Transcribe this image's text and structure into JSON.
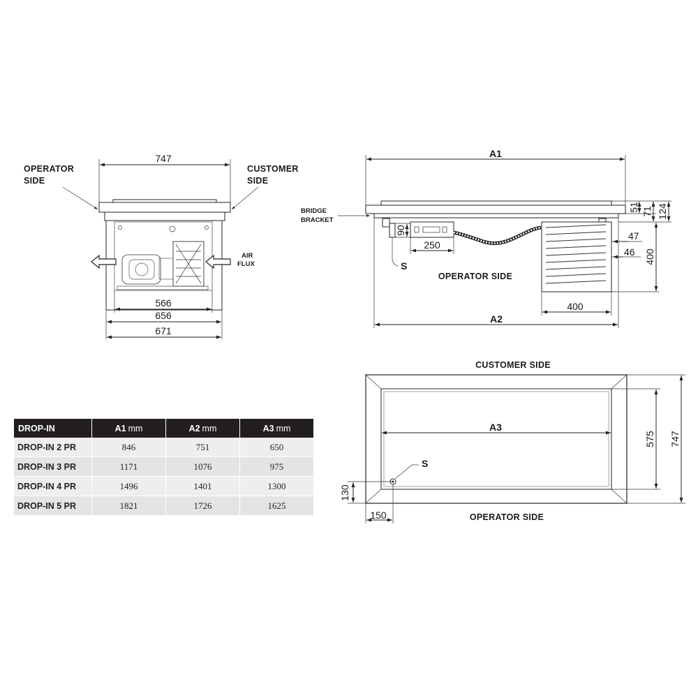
{
  "side_view": {
    "operator_side_line1": "OPERATOR",
    "operator_side_line2": "SIDE",
    "customer_side_line1": "CUSTOMER",
    "customer_side_line2": "SIDE",
    "air_flux_line1": "AIR",
    "air_flux_line2": "FLUX",
    "dim_width_top": "747",
    "dim_inner_1": "566",
    "dim_inner_2": "656",
    "dim_outer": "671"
  },
  "front_view": {
    "dim_a1": "A1",
    "dim_a2": "A2",
    "bridge_bracket_line1": "BRIDGE",
    "bridge_bracket_line2": "BRACKET",
    "dim_90": "90",
    "dim_250": "250",
    "label_s": "S",
    "operator_side": "OPERATOR SIDE",
    "dim_400_width": "400",
    "dim_400_height": "400",
    "dim_51": "51",
    "dim_71": "71",
    "dim_124": "124",
    "dim_47": "47",
    "dim_46": "46"
  },
  "top_view": {
    "customer_side": "CUSTOMER SIDE",
    "operator_side": "OPERATOR SIDE",
    "dim_a3": "A3",
    "dim_575": "575",
    "dim_747": "747",
    "dim_130": "130",
    "dim_150": "150",
    "label_s": "S"
  },
  "table": {
    "headers": [
      {
        "name": "DROP-IN",
        "unit": ""
      },
      {
        "name": "A1",
        "unit": "mm"
      },
      {
        "name": "A2",
        "unit": "mm"
      },
      {
        "name": "A3",
        "unit": "mm"
      }
    ],
    "rows": [
      [
        "DROP-IN 2 PR",
        "846",
        "751",
        "650"
      ],
      [
        "DROP-IN 3 PR",
        "1171",
        "1076",
        "975"
      ],
      [
        "DROP-IN 4 PR",
        "1496",
        "1401",
        "1300"
      ],
      [
        "DROP-IN 5 PR",
        "1821",
        "1726",
        "1625"
      ]
    ]
  }
}
